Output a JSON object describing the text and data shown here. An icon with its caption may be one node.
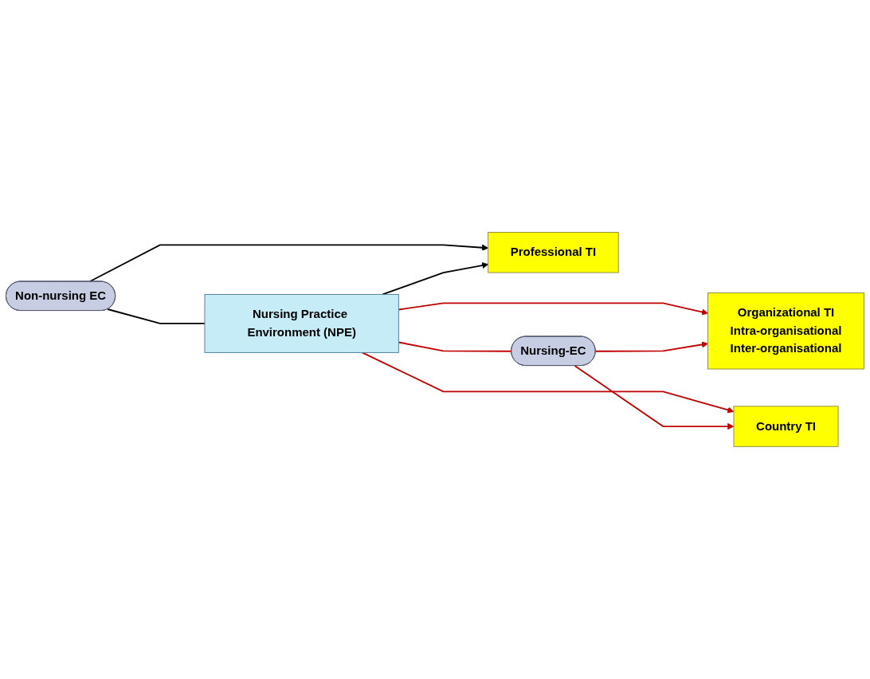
{
  "diagram": {
    "nodes": [
      {
        "text": [
          "Non-nursing EC"
        ]
      },
      {
        "text": [
          "Professional TI"
        ]
      },
      {
        "text": [
          "Nursing Practice Environment (NPE)"
        ]
      },
      {
        "text": [
          "Organizational TI",
          "Intra-organisational",
          "Inter-organisational"
        ]
      },
      {
        "text": [
          "Country TI"
        ]
      },
      {
        "text": [
          "Nursing-EC"
        ]
      }
    ],
    "edges": [
      {
        "from": 0,
        "to": 1,
        "arrow": "to",
        "color": "#000000"
      },
      {
        "from": 0,
        "to": 2,
        "arrow": "none",
        "color": "#000000"
      },
      {
        "from": 2,
        "to": 1,
        "arrow": "to",
        "color": "#000000"
      },
      {
        "from": 2,
        "to": 3,
        "arrow": "to"
      },
      {
        "from": 2,
        "to": 4,
        "arrow": "to"
      },
      {
        "from": 2,
        "to": 5,
        "arrow": "none"
      },
      {
        "from": 5,
        "to": 3,
        "arrow": "to"
      },
      {
        "from": 5,
        "to": 4,
        "arrow": "to"
      }
    ]
  }
}
